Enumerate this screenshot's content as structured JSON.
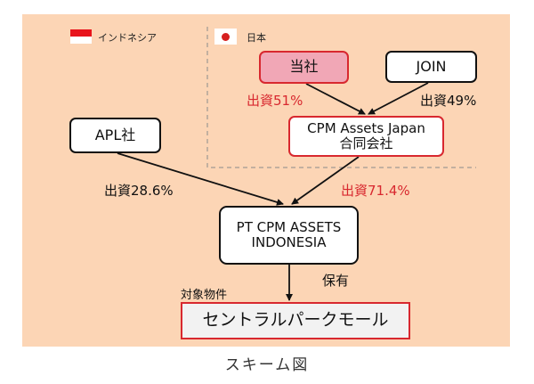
{
  "legend": {
    "indonesia": {
      "icon": "indonesia-flag-icon",
      "label": "インドネシア"
    },
    "japan": {
      "icon": "japan-flag-icon",
      "label": "日本"
    }
  },
  "nodes": {
    "tousha": "当社",
    "join": "JOIN",
    "cpm_japan_line1": "CPM Assets Japan",
    "cpm_japan_line2": "合同会社",
    "apl": "APL社",
    "pt_cpm_line1": "PT CPM ASSETS",
    "pt_cpm_line2": "INDONESIA",
    "mall": "セントラルパークモール"
  },
  "edges": {
    "tousha_to_cpm_japan": "出資51%",
    "join_to_cpm_japan": "出資49%",
    "apl_to_pt_cpm": "出資28.6%",
    "cpm_japan_to_pt_cpm": "出資71.4%",
    "pt_cpm_to_mall": "保有"
  },
  "target_property_label": "対象物件",
  "caption": "スキーム図",
  "colors": {
    "background": "#fcd5b5",
    "accent_red": "#d8282f",
    "highlight_pink": "#f1a7b6"
  }
}
